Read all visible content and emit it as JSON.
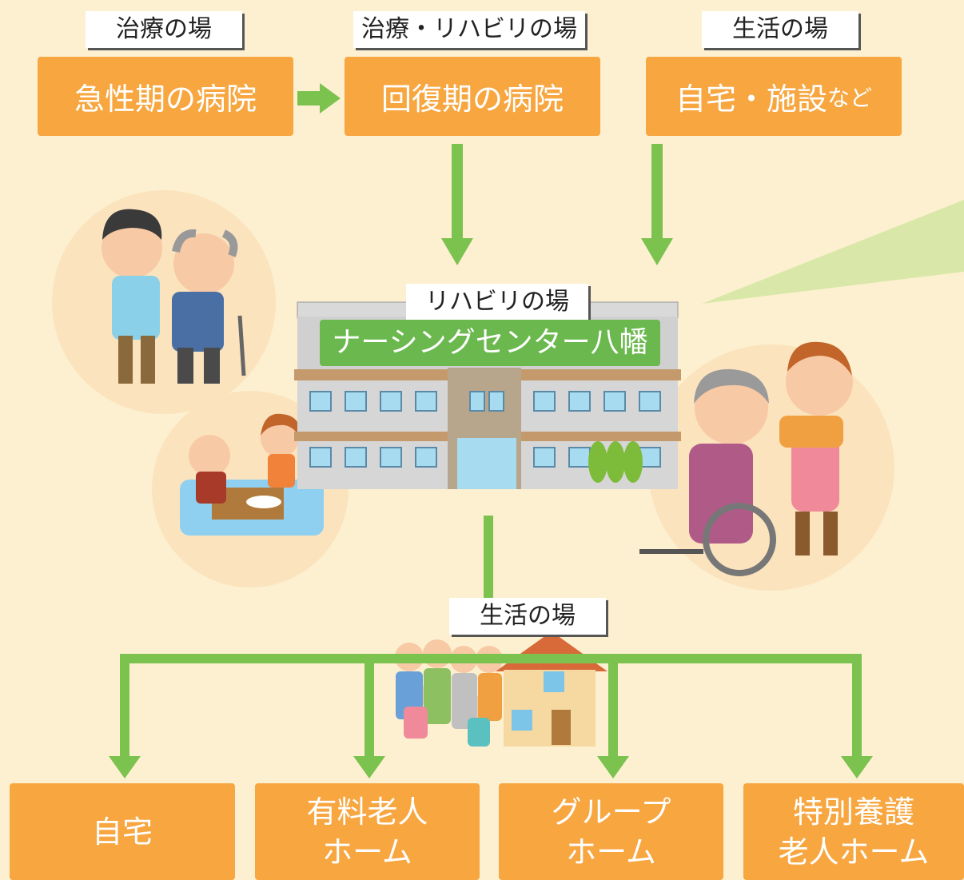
{
  "top": {
    "tags": [
      "治療の場",
      "治療・リハビリの場",
      "生活の場"
    ],
    "boxes": [
      {
        "label": "急性期の病院"
      },
      {
        "label": "回復期の病院"
      },
      {
        "label": "自宅・施設",
        "suffix": "など"
      }
    ]
  },
  "center": {
    "tag": "リハビリの場",
    "facility": "ナーシングセンター八幡"
  },
  "bottom": {
    "tag": "生活の場",
    "boxes": [
      {
        "line1": "自宅",
        "line2": ""
      },
      {
        "line1": "有料老人",
        "line2": "ホーム"
      },
      {
        "line1": "グループ",
        "line2": "ホーム"
      },
      {
        "line1": "特別養護",
        "line2": "老人ホーム"
      }
    ]
  },
  "colors": {
    "background": "#fdf0d0",
    "orange": "#f7a640",
    "green": "#6bb84e",
    "arrow": "#7cc24f"
  }
}
